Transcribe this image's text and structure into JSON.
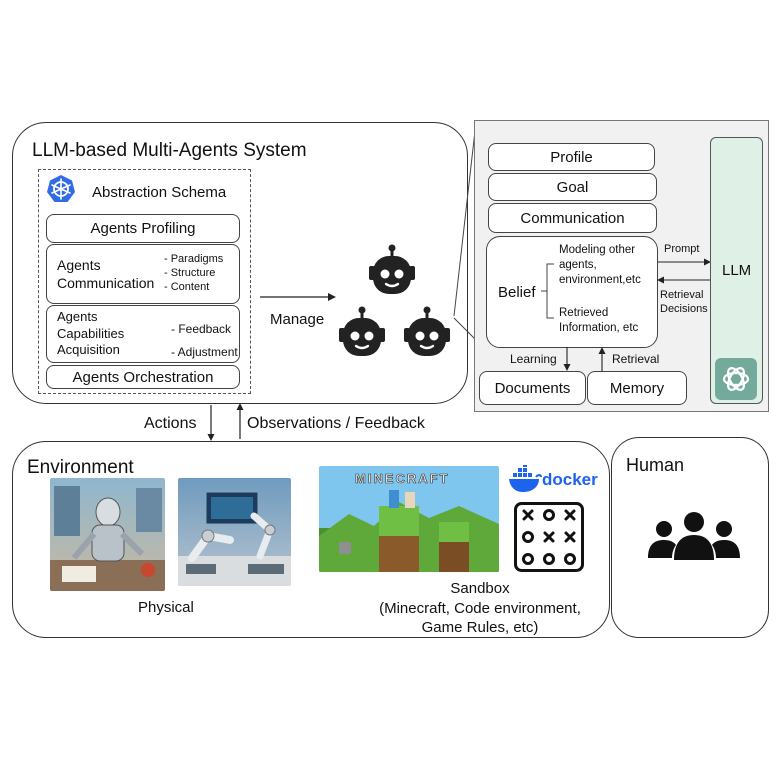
{
  "system": {
    "title": "LLM-based Multi-Agents System",
    "schema_title": "Abstraction Schema",
    "profiling": "Agents Profiling",
    "communication": {
      "label": [
        "Agents",
        "Communication"
      ],
      "items": [
        "- Paradigms",
        "- Structure",
        "- Content"
      ]
    },
    "capabilities": {
      "label": [
        "Agents",
        "Capabilities",
        "Acquisition"
      ],
      "items": [
        "- Feedback",
        "- Adjustment"
      ]
    },
    "orchestration": "Agents Orchestration",
    "manage": "Manage"
  },
  "agent": {
    "profile": "Profile",
    "goal": "Goal",
    "communication": "Communication",
    "belief": "Belief",
    "belief_items": [
      [
        "Modeling other",
        "agents,",
        "environment,etc"
      ],
      [
        "Retrieved",
        "Information, etc"
      ]
    ],
    "prompt": "Prompt",
    "retrieval_decisions": [
      "Retrieval",
      "Decisions"
    ],
    "llm": "LLM",
    "learning": "Learning",
    "retrieval": "Retrieval",
    "documents": "Documents",
    "memory": "Memory"
  },
  "links": {
    "actions": "Actions",
    "observations": "Observations / Feedback"
  },
  "environment": {
    "title": "Environment",
    "physical": "Physical",
    "minecraft_logo": "MINECRAFT",
    "docker_logo": "docker",
    "sandbox": [
      "Sandbox",
      "(Minecraft, Code environment,",
      "Game Rules, etc)"
    ]
  },
  "human": {
    "title": "Human"
  },
  "colors": {
    "k8s_blue": "#326ce5",
    "docker_blue": "#1d63ed",
    "panel_gray": "#f1f1f1",
    "llm_green": "#dff0e6",
    "openai_teal": "#74aa9c"
  },
  "icons": [
    "kubernetes-icon",
    "robot-icon",
    "docker-icon",
    "tic-tac-toe-icon",
    "human-group-icon",
    "openai-icon",
    "robot-photo-icon",
    "robot-arm-photo-icon",
    "minecraft-scene-icon"
  ]
}
